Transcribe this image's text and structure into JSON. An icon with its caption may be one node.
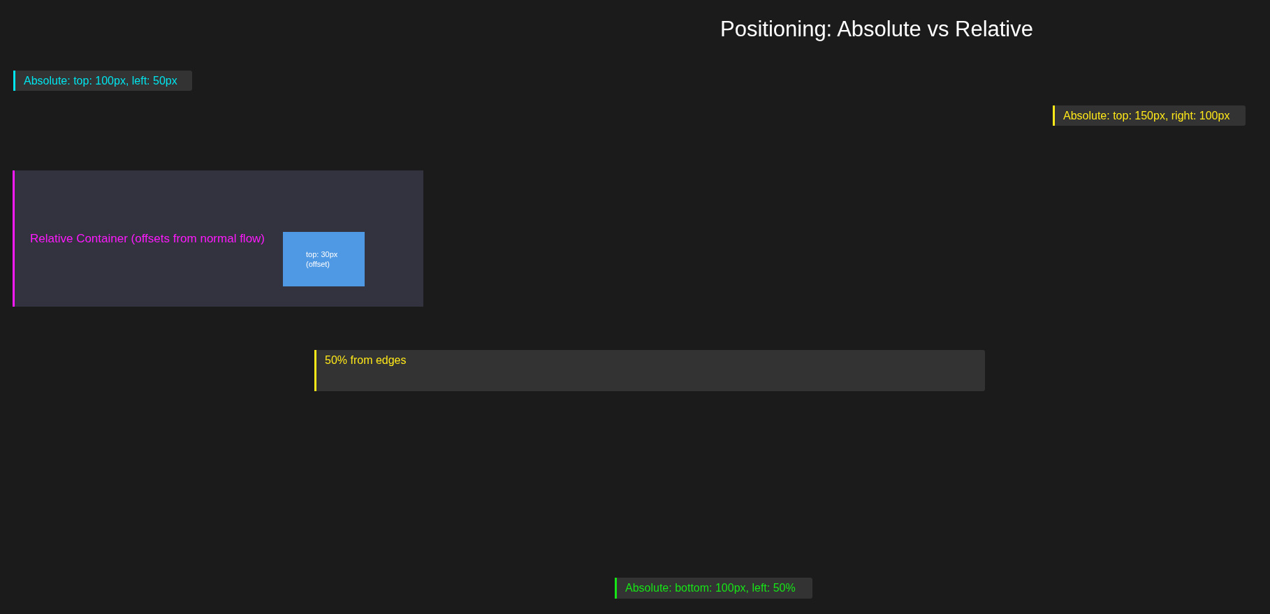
{
  "diagram": {
    "title": "Positioning: Absolute vs Relative",
    "nodes": [
      {
        "text": [
          "Absolute: top: 100px, left: 50px"
        ]
      },
      {
        "text": [
          "Absolute: top: 150px, right: 100px"
        ]
      },
      {
        "text": [
          "Relative Container (offsets from normal flow)"
        ]
      },
      {
        "text": [
          "top: 30px (offset)"
        ],
        "in": 2
      },
      {
        "text": [
          "50% from edges"
        ]
      },
      {
        "text": [
          "Absolute: bottom: 100px, left: 50%"
        ]
      }
    ]
  }
}
